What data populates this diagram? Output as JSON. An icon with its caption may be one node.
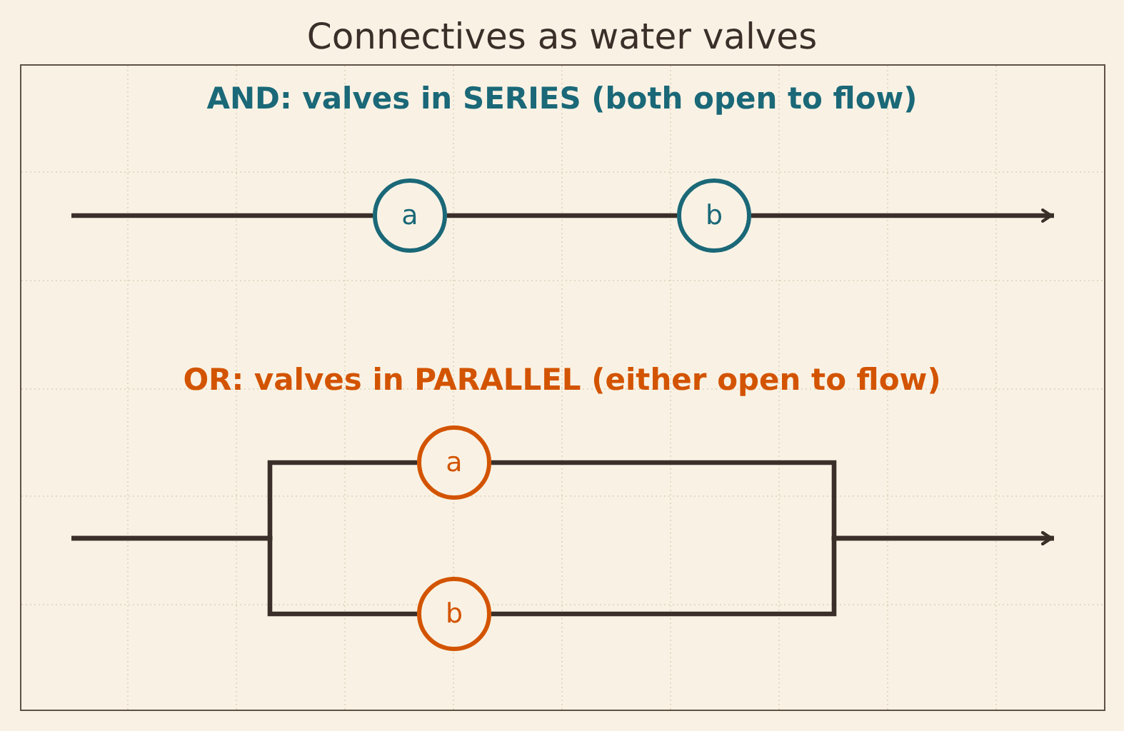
{
  "diagram": {
    "title": "Connectives as water valves",
    "nodes": [
      {
        "text": [
          "a"
        ]
      },
      {
        "text": [
          "b"
        ]
      },
      {
        "text": [
          "a"
        ]
      },
      {
        "text": [
          "b"
        ]
      }
    ],
    "edges": [
      {
        "from": null,
        "to": 0,
        "arrow": "none"
      },
      {
        "from": 0,
        "to": 1,
        "arrow": "none"
      },
      {
        "from": 1,
        "to": null,
        "arrow": "to"
      },
      {
        "from": null,
        "to": 2,
        "arrow": "none"
      },
      {
        "from": null,
        "to": 3,
        "arrow": "none"
      },
      {
        "from": 2,
        "to": null,
        "arrow": "to"
      },
      {
        "from": 3,
        "to": null,
        "arrow": "to"
      }
    ],
    "labels": [
      "AND: valves in SERIES (both open to flow)",
      "OR: valves in PARALLEL (either open to flow)"
    ]
  }
}
